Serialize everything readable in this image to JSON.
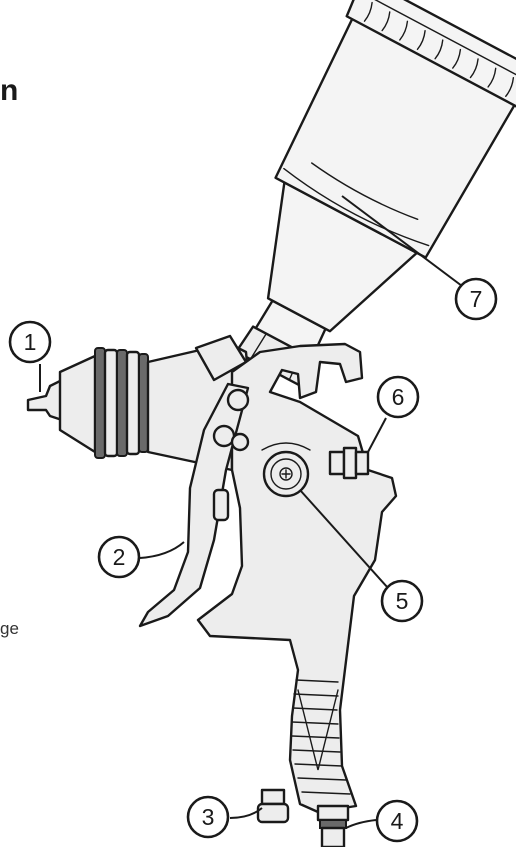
{
  "page": {
    "cropped_heading_fragment": "n",
    "cropped_caption_fragment": "ge"
  },
  "callouts": [
    {
      "label": "1"
    },
    {
      "label": "2"
    },
    {
      "label": "3"
    },
    {
      "label": "4"
    },
    {
      "label": "5"
    },
    {
      "label": "6"
    },
    {
      "label": "7"
    }
  ],
  "colors": {
    "line": "#1a1a1a",
    "body_fill": "#ededed",
    "cup_fill": "#f4f4f4",
    "dark_rings": "#6a6a6a"
  },
  "icons": {
    "subject": "gravity-feed-spray-gun-icon"
  }
}
